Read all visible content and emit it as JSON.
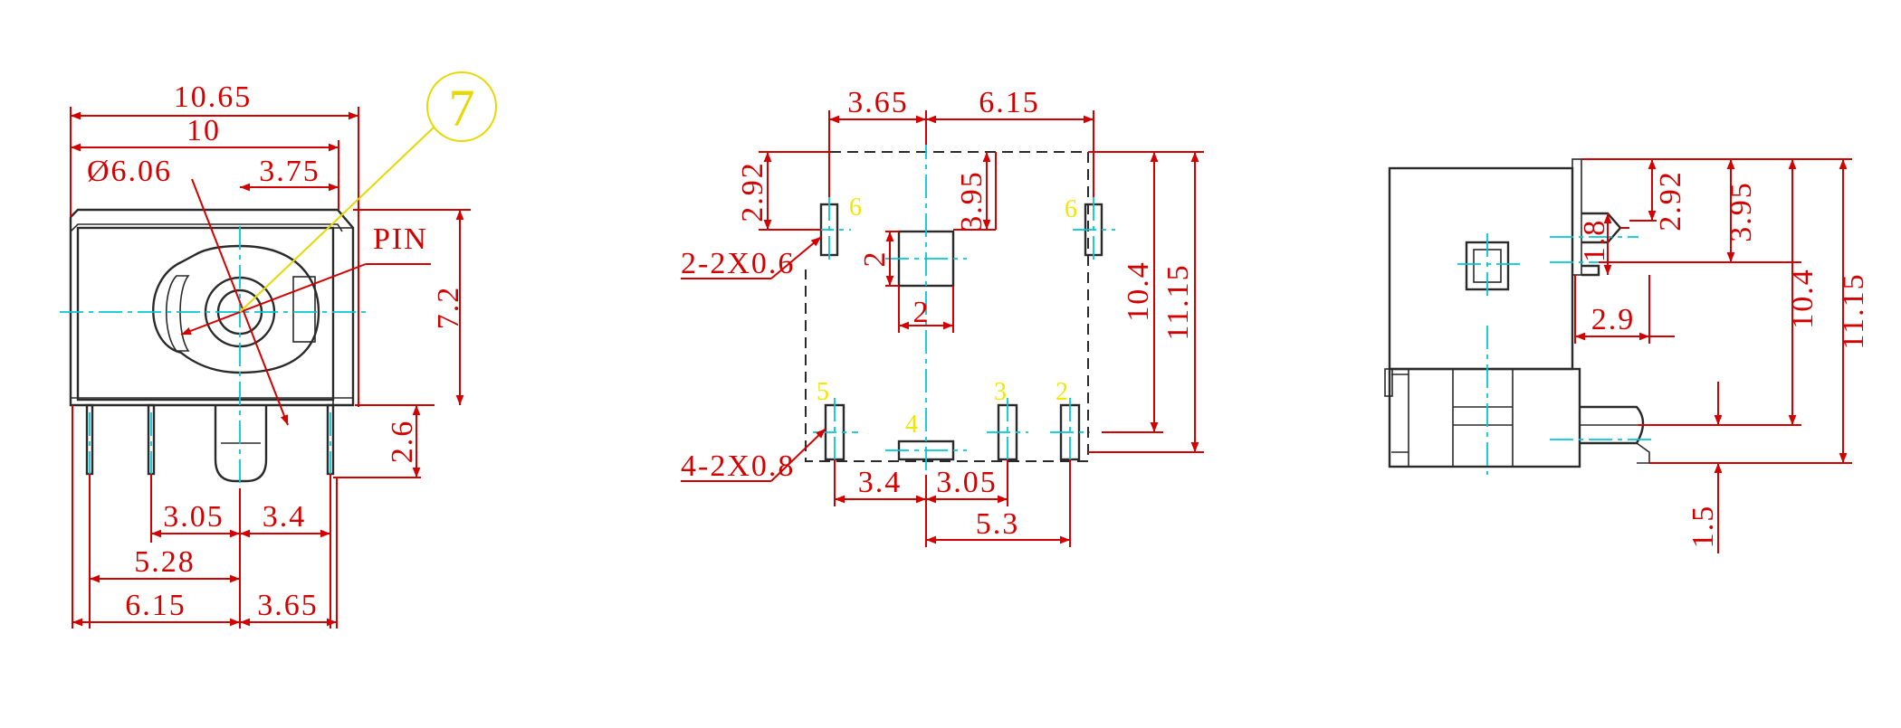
{
  "front_view": {
    "overall_width": "10.65",
    "body_width": "10",
    "diameter": "Ø6.06",
    "offset_right": "3.75",
    "pin_label": "PIN",
    "height": "7.2",
    "pin_length": "2.6",
    "pitch_left": "3.05",
    "pitch_right": "3.4",
    "span_middle": "5.28",
    "span_left": "6.15",
    "span_right": "3.65",
    "callout_number": "7"
  },
  "pcb_layout": {
    "top_left_width": "3.65",
    "top_right_width": "6.15",
    "top_offset": "2.92",
    "center_offset": "3.95",
    "square_height": "2",
    "square_width": "2",
    "slot_top_spec": "2-2X0.6",
    "slot_bottom_spec": "4-2X0.8",
    "inner_height": "10.4",
    "outer_height": "11.15",
    "bottom_left_pitch": "3.4",
    "bottom_right_pitch": "3.05",
    "bottom_span": "5.3",
    "pin_labels": {
      "top_left": "6",
      "top_right": "6",
      "bottom_5": "5",
      "bottom_4": "4",
      "bottom_3": "3",
      "bottom_2": "2"
    }
  },
  "side_view": {
    "tab_height": "1.8",
    "top_offset": "2.92",
    "center_offset": "3.95",
    "tab_width": "2.9",
    "inner_height": "10.4",
    "outer_height": "11.15",
    "pin_pitch": "1.5"
  }
}
